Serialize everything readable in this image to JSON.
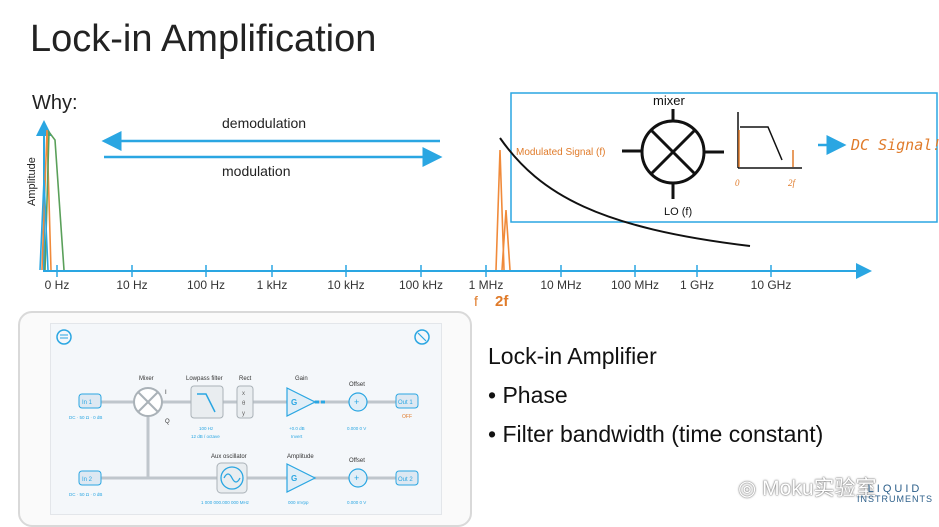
{
  "title": "Lock-in Amplification",
  "why_label": "Why:",
  "axis": {
    "y_label": "Amplitude",
    "ticks": [
      "0 Hz",
      "10 Hz",
      "100 Hz",
      "1 kHz",
      "10 kHz",
      "100 kHz",
      "1 MHz",
      "10 MHz",
      "100 MHz",
      "1 GHz",
      "10 GHz"
    ],
    "f_label": "f",
    "f2_label": "2f"
  },
  "arrows": {
    "demodulation": "demodulation",
    "modulation": "modulation"
  },
  "inset": {
    "mixer_label": "mixer",
    "input_label": "Modulated Signal (f)",
    "lo_label": "LO (f)",
    "filter_x0": "0",
    "filter_x1": "2f",
    "output_label": "DC Signal!"
  },
  "block_diagram": {
    "in1": "In 1",
    "in2": "In 2",
    "mixer": "Mixer",
    "i": "I",
    "q": "Q",
    "lowpass": "Lowpass filter",
    "rect": "Rect",
    "rect_opts": [
      "x",
      "θ",
      "y"
    ],
    "gain": "Gain",
    "g": "G",
    "offset": "Offset",
    "out1": "Out 1",
    "out2": "Out 2",
    "aux": "Aux oscillator",
    "amplitude": "Amplitude",
    "offset2": "Offset",
    "lp_freq": "100 Hz",
    "lp_slope": "12 dB / octave",
    "gain_val": "+0.0 dB",
    "gain_sub": "Invert",
    "offset_val": "0.000 0 V",
    "offset2_val": "0.000 0 V",
    "aux_freq": "1 000 000.000 000 MHz",
    "amp_val": "000 mVpp",
    "out1_state": "OFF",
    "in1_sub": "DC · 50 Ω · 0 dB",
    "in2_sub": "DC · 50 Ω · 0 dB"
  },
  "lockin": {
    "heading": "Lock-in Amplifier",
    "bullets": [
      "Phase",
      "Filter bandwidth (time constant)"
    ]
  },
  "watermark": "Moku实验室",
  "brand": [
    "LIQUID",
    "INSTRUMENTS"
  ],
  "colors": {
    "axis_blue": "#2aa6e2",
    "peak_orange": "#f08a3a",
    "peak_green": "#5aa05a",
    "signal_orange": "#e07b2a",
    "inset_border": "#2aa6e2"
  }
}
